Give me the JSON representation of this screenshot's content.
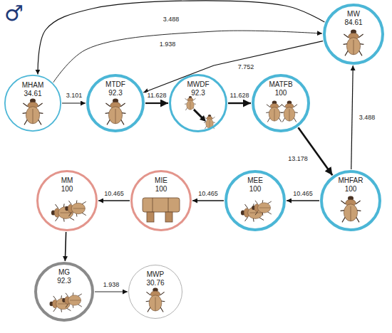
{
  "diagram": {
    "nodes": [
      {
        "text": [
          "MW",
          "84.61"
        ]
      },
      {
        "text": [
          "MHAM",
          "34.61"
        ]
      },
      {
        "text": [
          "MTDF",
          "92.3"
        ]
      },
      {
        "text": [
          "MWDF",
          "92.3"
        ]
      },
      {
        "text": [
          "MATFB",
          "100"
        ]
      },
      {
        "text": [
          "MHFAR",
          "100"
        ]
      },
      {
        "text": [
          "MEE",
          "100"
        ]
      },
      {
        "text": [
          "MIE",
          "100"
        ]
      },
      {
        "text": [
          "MM",
          "100"
        ]
      },
      {
        "text": [
          "MG",
          "92.3"
        ]
      },
      {
        "text": [
          "MWP",
          "30.76"
        ]
      }
    ],
    "edges": [
      {
        "from": 0,
        "to": 1,
        "label": "3.488",
        "arrow": "to"
      },
      {
        "from": 1,
        "to": 0,
        "label": "1.938",
        "arrow": "to"
      },
      {
        "from": 0,
        "to": 2,
        "label": "7.752",
        "arrow": "to"
      },
      {
        "from": 1,
        "to": 2,
        "label": "3.101",
        "arrow": "to"
      },
      {
        "from": 2,
        "to": 3,
        "label": "11.628",
        "arrow": "to"
      },
      {
        "from": 3,
        "to": 4,
        "label": "11.628",
        "arrow": "to"
      },
      {
        "from": 4,
        "to": 5,
        "label": "13.178",
        "arrow": "to"
      },
      {
        "from": 5,
        "to": 0,
        "label": "3.488",
        "arrow": "to"
      },
      {
        "from": 5,
        "to": 6,
        "label": "10.465",
        "arrow": "to"
      },
      {
        "from": 6,
        "to": 7,
        "label": "10.465",
        "arrow": "to"
      },
      {
        "from": 7,
        "to": 8,
        "label": "10.465",
        "arrow": "to"
      },
      {
        "from": 8,
        "to": 9,
        "arrow": "to"
      },
      {
        "from": 9,
        "to": 10,
        "label": "1.938",
        "arrow": "to"
      }
    ],
    "labels": [
      "♂"
    ]
  }
}
